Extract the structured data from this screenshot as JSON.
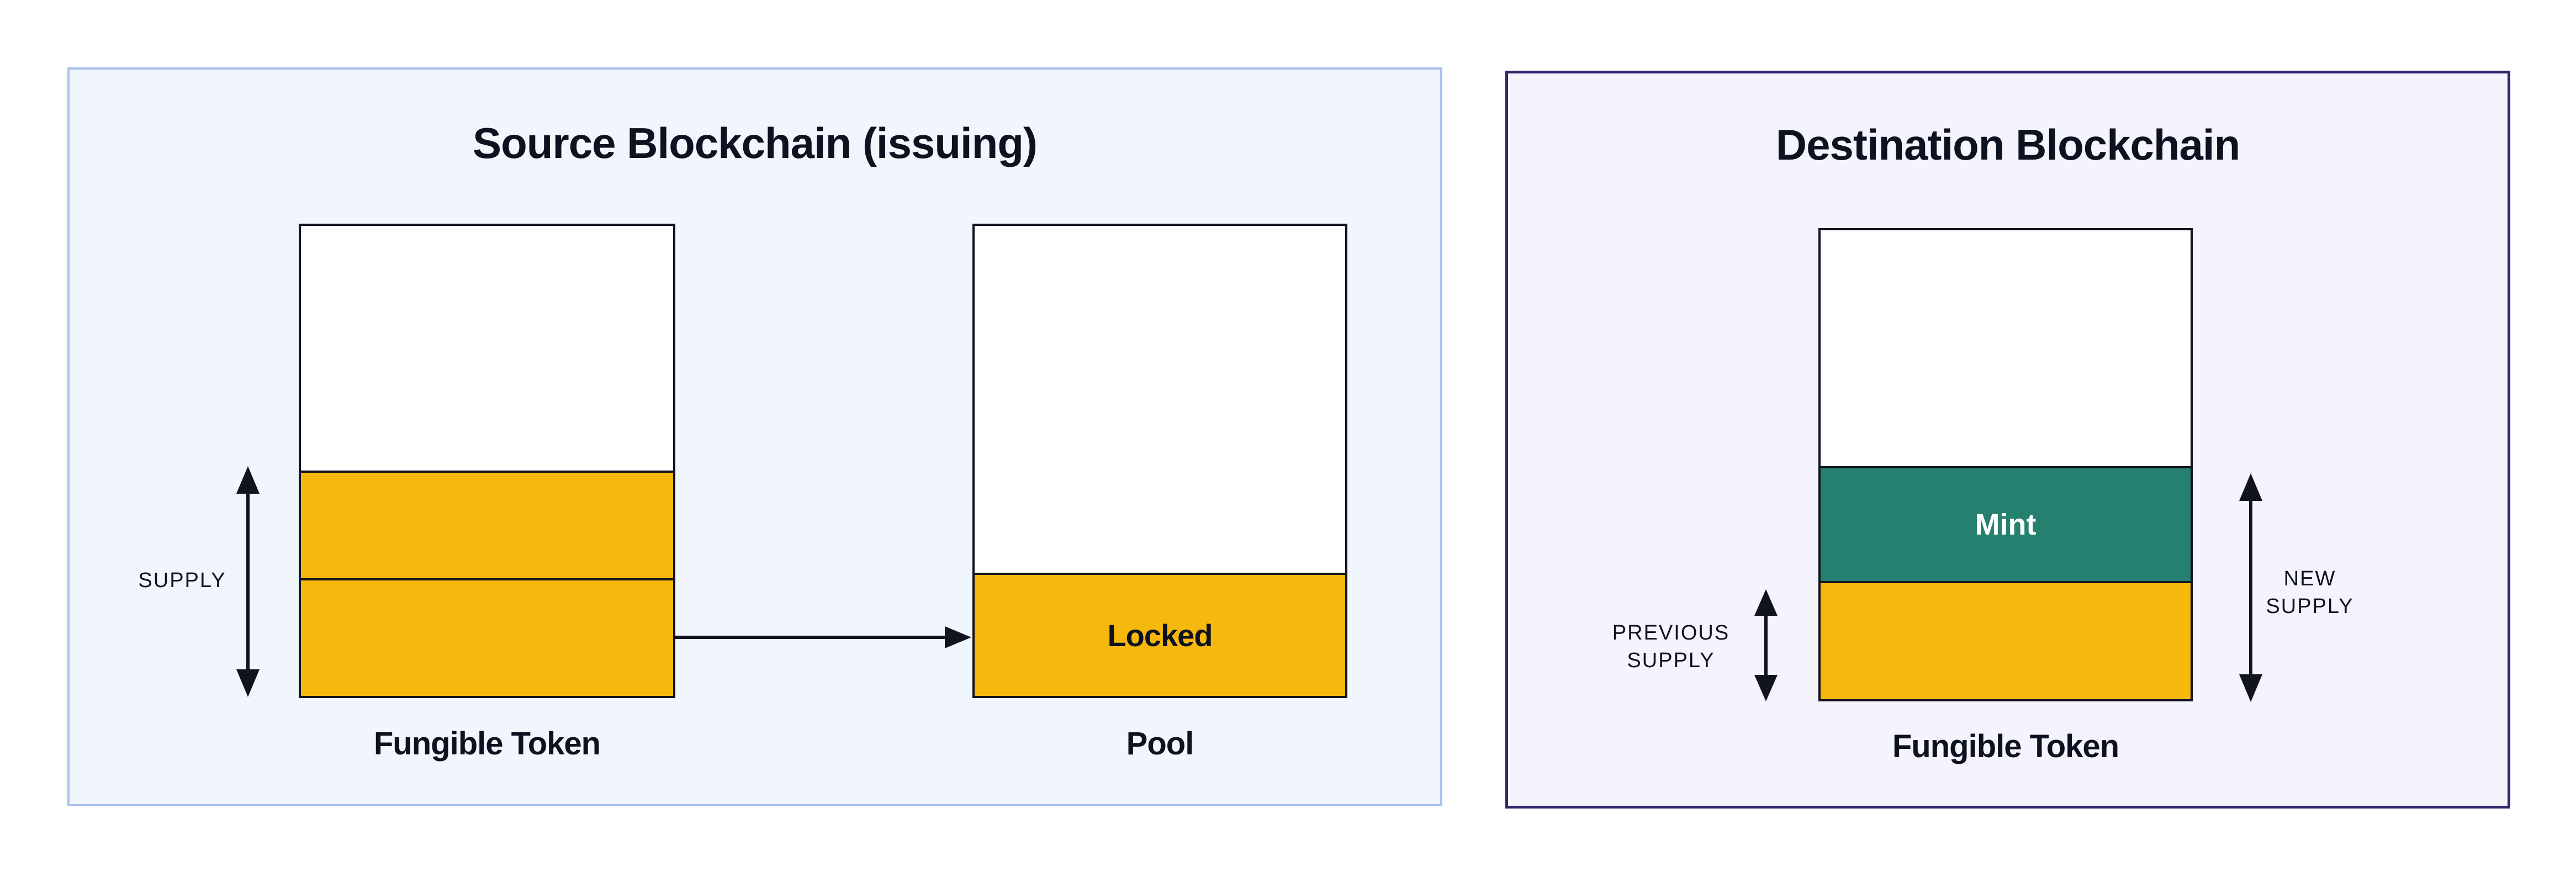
{
  "source": {
    "title": "Source Blockchain (issuing)",
    "supply_label": "SUPPLY",
    "token_label": "Fungible Token",
    "pool_label": "Pool",
    "locked_label": "Locked"
  },
  "dest": {
    "title": "Destination Blockchain",
    "previous_supply": {
      "line1": "PREVIOUS",
      "line2": "SUPPLY"
    },
    "new_supply": {
      "line1": "NEW",
      "line2": "SUPPLY"
    },
    "mint_label": "Mint",
    "token_label": "Fungible Token"
  },
  "colors": {
    "page_bg": "#ffffff",
    "source_panel_bg": "#f1f5fc",
    "source_panel_border": "#a9c3ee",
    "dest_panel_bg": "#f5f3fc",
    "dest_panel_border": "#32246d",
    "amber": "#f6b80c",
    "teal": "#26806f",
    "outline": "#11131f",
    "text": "#0d1220",
    "mint_text": "#ffffff"
  }
}
